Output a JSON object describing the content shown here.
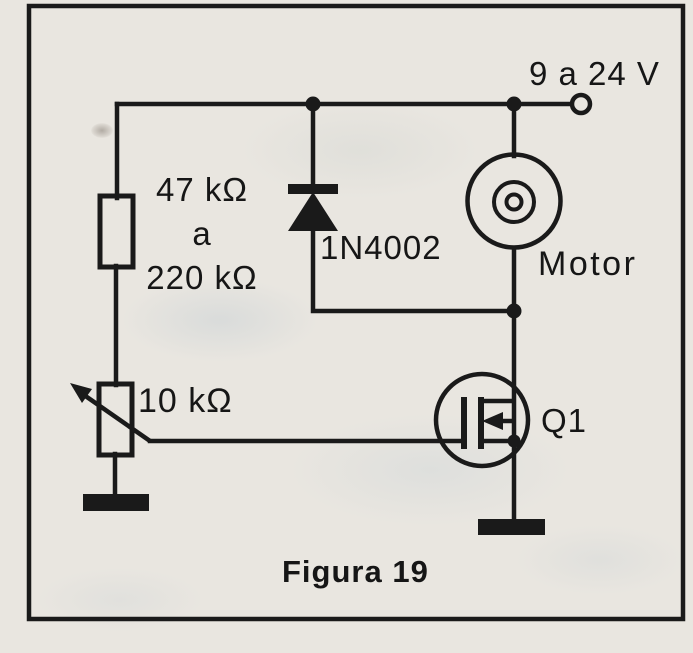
{
  "figure": {
    "caption": "Figura 19",
    "power": {
      "supply_range_label": "9 a 24 V"
    },
    "components": {
      "resistor_range": {
        "min": "47 kΩ",
        "connector": "a",
        "max": "220 kΩ"
      },
      "potentiometer": {
        "value": "10 kΩ"
      },
      "diode": {
        "part_number": "1N4002"
      },
      "motor": {
        "label": "Motor"
      },
      "mosfet": {
        "designator": "Q1"
      }
    },
    "colors": {
      "ink": "#1a1a1a",
      "paper": "#e9e6e0"
    }
  }
}
